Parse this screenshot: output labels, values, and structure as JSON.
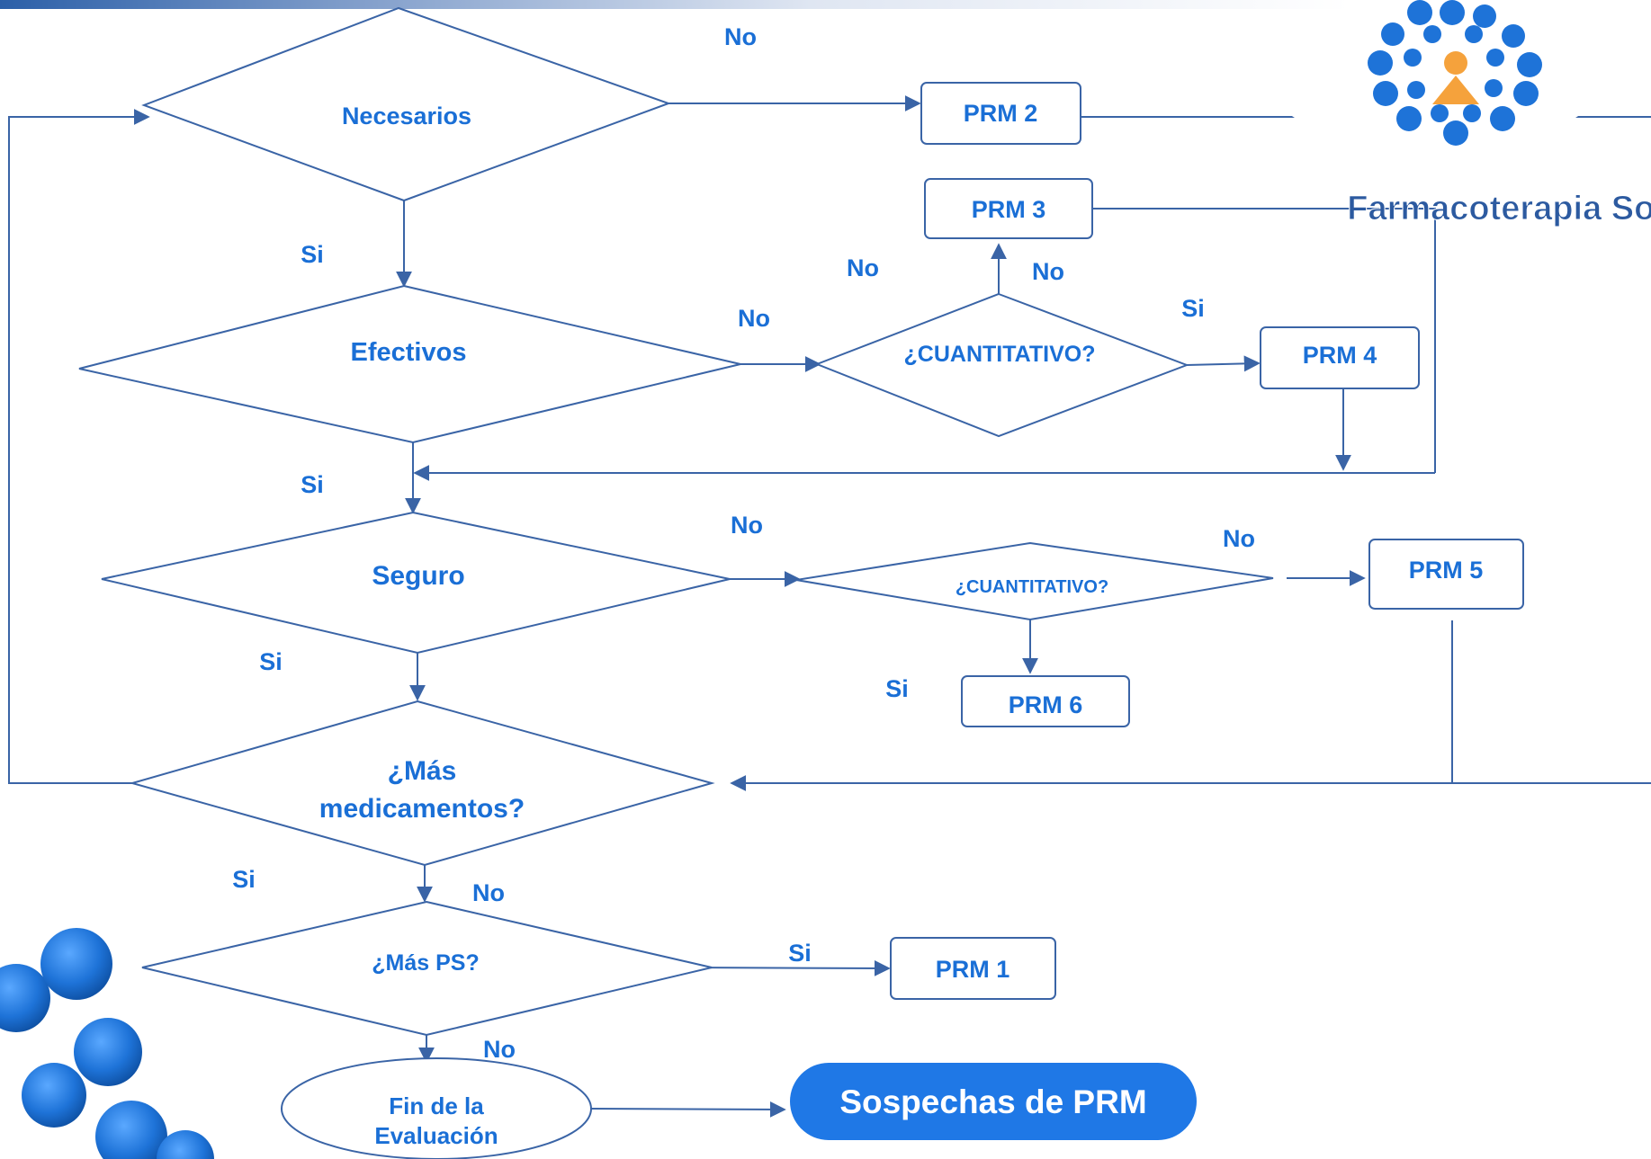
{
  "colors": {
    "text": "#1a6fd6",
    "lines": "#3a64a6",
    "terminal_fill": "#1f78e6",
    "terminal_text": "#ffffff",
    "logo_blue": "#1e73d8",
    "logo_orange": "#f5a23c",
    "logo_text": "#2c5aa0"
  },
  "logo": {
    "icon": "farmacoterapia-social-logo-icon",
    "text": "Farmacoterapia Social"
  },
  "decisions": {
    "necesarios": "Necesarios",
    "efectivos": "Efectivos",
    "seguro": "Seguro",
    "cuantitativo_1": "¿CUANTITATIVO?",
    "cuantitativo_2": "¿CUANTITATIVO?",
    "mas_medicamentos": [
      "¿Más",
      "medicamentos?"
    ],
    "mas_ps": "¿Más PS?"
  },
  "boxes": {
    "prm2": "PRM 2",
    "prm3": "PRM 3",
    "prm4": "PRM 4",
    "prm5": "PRM 5",
    "prm6": "PRM 6",
    "prm1": "PRM 1"
  },
  "terminals": {
    "fin": [
      "Fin de la",
      "Evaluación"
    ],
    "sospechas": "Sospechas de PRM"
  },
  "edge_labels": {
    "necesarios_no": "No",
    "necesarios_si": "Si",
    "efectivos_no": "No",
    "efectivos_si": "Si",
    "cuant1_no_left": "No",
    "cuant1_no_up": "No",
    "cuant1_si": "Si",
    "seguro_no": "No",
    "seguro_si": "Si",
    "cuant2_no": "No",
    "cuant2_si": "Si",
    "mas_med_si": "Si",
    "mas_med_no": "No",
    "mas_ps_si": "Si",
    "mas_ps_no": "No"
  }
}
